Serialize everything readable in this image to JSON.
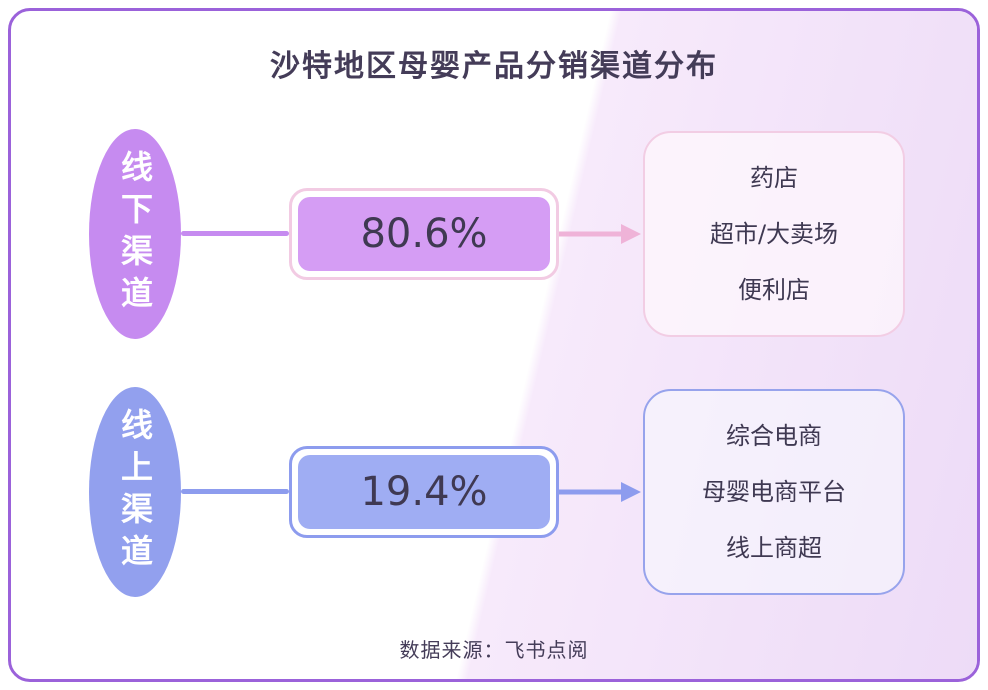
{
  "title": "沙特地区母婴产品分销渠道分布",
  "source": "数据来源：飞书点阅",
  "colors": {
    "frame_border": "#9b62da",
    "offline_accent": "#c68bf0",
    "offline_pill_fill": "#d59df4",
    "offline_pill_border": "#f2cbe3",
    "offline_arrow": "#efb3d8",
    "online_accent": "#92a0ee",
    "online_pill_fill": "#9fadf3",
    "online_box_border": "#97a3ec",
    "text_dark": "#3f3952",
    "bg_wash": "#eddbf7"
  },
  "channels": [
    {
      "name": "线下渠道",
      "share": "80.6%",
      "items": [
        "药店",
        "超市/大卖场",
        "便利店"
      ]
    },
    {
      "name": "线上渠道",
      "share": "19.4%",
      "items": [
        "综合电商",
        "母婴电商平台",
        "线上商超"
      ]
    }
  ],
  "chart_data": {
    "type": "bar",
    "title": "沙特地区母婴产品分销渠道分布",
    "categories": [
      "线下渠道",
      "线上渠道"
    ],
    "values": [
      80.6,
      19.4
    ],
    "unit": "%",
    "annotations": {
      "线下渠道": [
        "药店",
        "超市/大卖场",
        "便利店"
      ],
      "线上渠道": [
        "综合电商",
        "母婴电商平台",
        "线上商超"
      ]
    },
    "source": "数据来源：飞书点阅"
  }
}
